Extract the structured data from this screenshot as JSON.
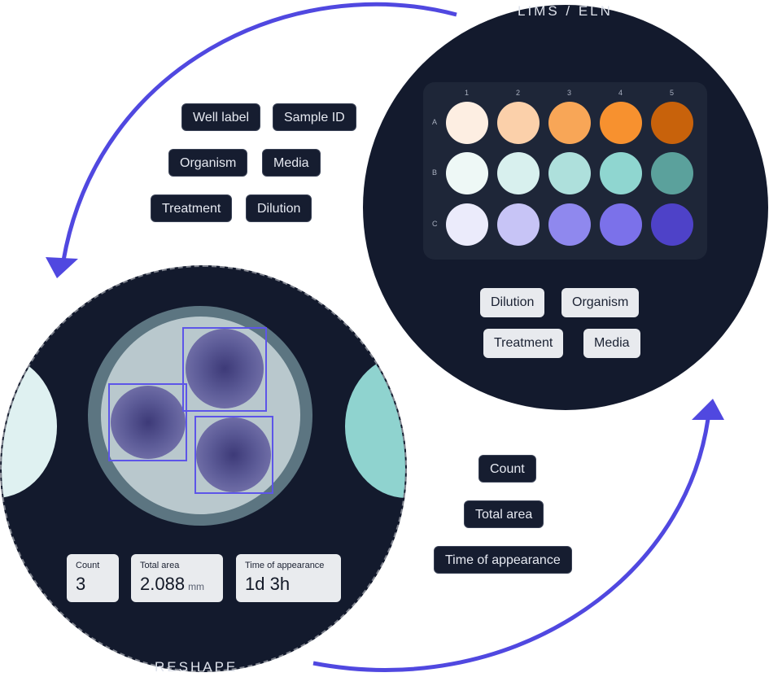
{
  "labels": {
    "lims": "LIMS / ELN",
    "reshape": "RESHAPE"
  },
  "colors": {
    "arrow": "#5048e0",
    "circle_bg": "#131a2d"
  },
  "metadata_fields": [
    "Well label",
    "Sample ID",
    "Organism",
    "Media",
    "Treatment",
    "Dilution"
  ],
  "plate": {
    "columns": [
      "1",
      "2",
      "3",
      "4",
      "5"
    ],
    "rows": [
      "A",
      "B",
      "C"
    ],
    "well_colors": [
      [
        "#fdeee2",
        "#fbd0aa",
        "#f8a657",
        "#f7912f",
        "#c8620b"
      ],
      [
        "#eef8f6",
        "#d8f0ee",
        "#aee0dc",
        "#8fd6d0",
        "#5ba19c"
      ],
      [
        "#ebebfb",
        "#c7c4f6",
        "#8f88ee",
        "#7b71ea",
        "#4e42c8"
      ]
    ]
  },
  "lims_tags": [
    "Dilution",
    "Organism",
    "Treatment",
    "Media"
  ],
  "output_fields": [
    "Count",
    "Total area",
    "Time of appearance"
  ],
  "metrics": {
    "count": {
      "label": "Count",
      "value": "3"
    },
    "total_area": {
      "label": "Total area",
      "value": "2.088",
      "unit": "mm"
    },
    "time_of_appearance": {
      "label": "Time of appearance",
      "value": "1d 3h"
    }
  }
}
